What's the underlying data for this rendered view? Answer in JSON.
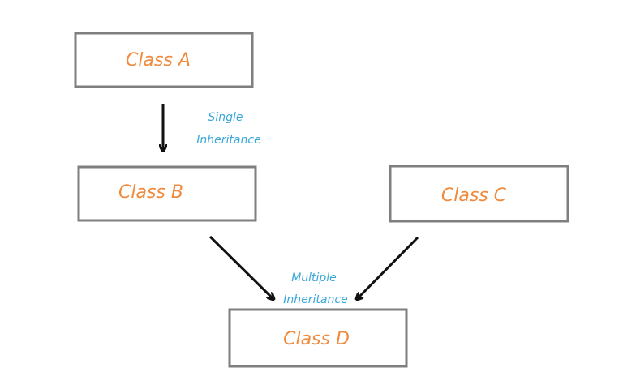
{
  "boxes": {
    "a": "Class A",
    "b": "Class B",
    "c": "Class C",
    "d": "Class D"
  },
  "notes": {
    "single_line1": "Single",
    "single_line2": "Inheritance",
    "multiple_line1": "Multiple",
    "multiple_line2": "Inheritance"
  },
  "colors": {
    "label": "#f08a3c",
    "note": "#3aa8d8",
    "border": "#7f7f7f",
    "arrow": "#111111"
  }
}
